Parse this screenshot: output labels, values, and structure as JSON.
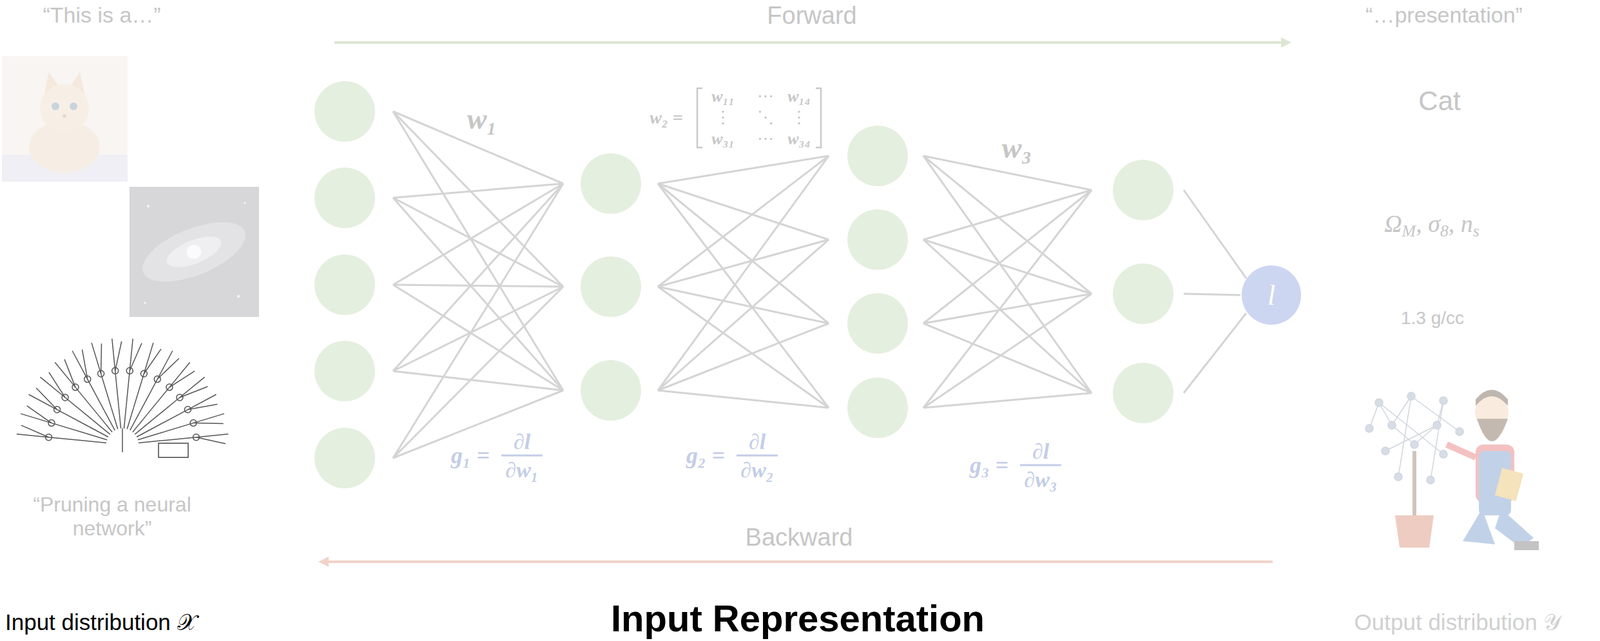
{
  "diagram": {
    "title": "Input Representation",
    "nodes": [
      {
        "text": [
          "l"
        ]
      }
    ],
    "labels": [
      "“This is a…”",
      "“Pruning a neural network”",
      "Input distribution 𝒳",
      "Forward",
      "w₁",
      "w₂ =",
      "w₁₁",
      "⋯",
      "w₁₄",
      "⋮",
      "⋱",
      "⋮",
      "w₃₁",
      "⋯",
      "w₃₄",
      "w₃",
      "g₁ =",
      "∂l",
      "∂w₁",
      "g₂ =",
      "∂l",
      "∂w₂",
      "g₃ =",
      "∂l",
      "∂w₃",
      "Backward",
      "“…presentation”",
      "Cat",
      "Ω",
      "M",
      ", σ",
      "8",
      ", n",
      "s",
      "1.3 g/cc",
      "Output distribution 𝒴"
    ]
  }
}
